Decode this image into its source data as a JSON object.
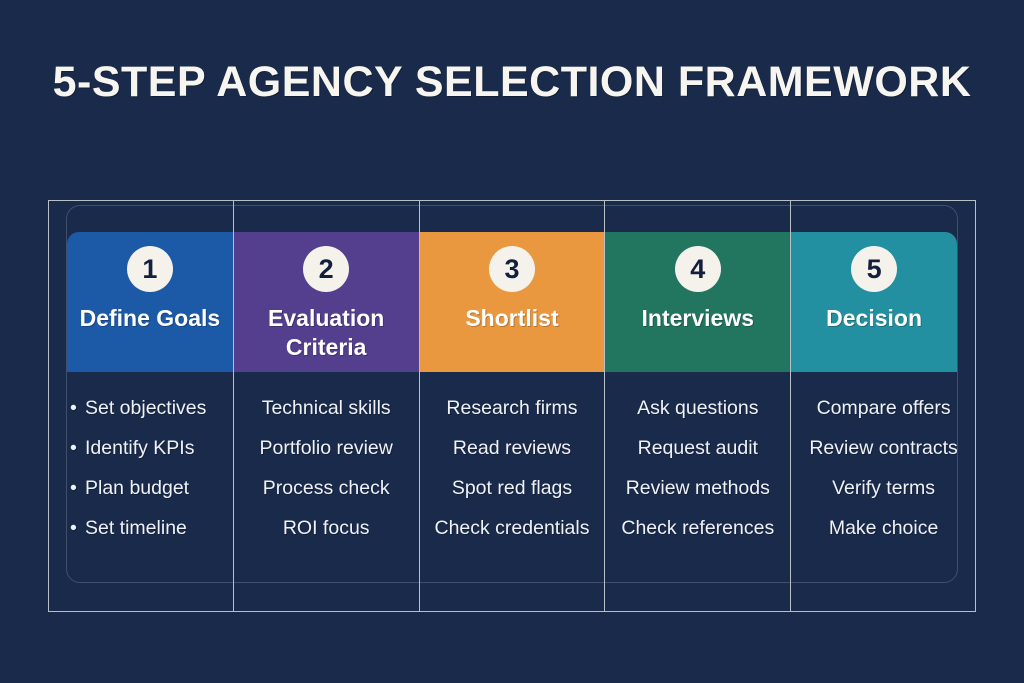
{
  "title": "5-Step Agency Selection Framework",
  "colors": {
    "background": "#1a2a4a",
    "frame_border": "#b9bfc9",
    "badge_bg": "#f5f2ec",
    "badge_text": "#121f3d",
    "title_text": "#f7f5ef",
    "body_text": "#eef1f6"
  },
  "columns": [
    {
      "number": "1",
      "label": "Define Goals",
      "color": "#1c5aa8",
      "bulleted": true,
      "items": [
        "Set objectives",
        "Identify KPIs",
        "Plan budget",
        "Set timeline"
      ]
    },
    {
      "number": "2",
      "label": "Evaluation Criteria",
      "color": "#543e8e",
      "bulleted": false,
      "items": [
        "Technical skills",
        "Portfolio review",
        "Process check",
        "ROI focus"
      ]
    },
    {
      "number": "3",
      "label": "Shortlist",
      "color": "#e9983f",
      "bulleted": false,
      "items": [
        "Research firms",
        "Read reviews",
        "Spot red flags",
        "Check credentials"
      ]
    },
    {
      "number": "4",
      "label": "Interviews",
      "color": "#22755f",
      "bulleted": false,
      "items": [
        "Ask questions",
        "Request audit",
        "Review methods",
        "Check references"
      ]
    },
    {
      "number": "5",
      "label": "Decision",
      "color": "#2290a0",
      "bulleted": false,
      "items": [
        "Compare offers",
        "Review contracts",
        "Verify terms",
        "Make choice"
      ]
    }
  ]
}
